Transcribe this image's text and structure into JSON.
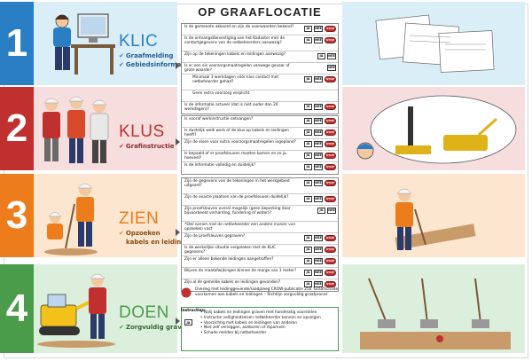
{
  "header": {
    "title": "OP GRAAFLOCATIE"
  },
  "steps": [
    {
      "num": "1",
      "title": "KLIC",
      "subs": [
        "Graafmelding",
        "Gebiedsinformatie"
      ]
    },
    {
      "num": "2",
      "title": "KLUS",
      "subs": [
        "Grafinstructie"
      ]
    },
    {
      "num": "3",
      "title": "ZIEN",
      "subs": [
        "Opzoeken",
        "kabels en leidingen"
      ]
    },
    {
      "num": "4",
      "title": "DOEN",
      "subs": [
        "Zorgvuldig graven"
      ]
    }
  ],
  "labels": {
    "yes": "JA",
    "no": "NEE",
    "stop": "STOP"
  },
  "checklist": {
    "klic": [
      "Is de gemeente akkoord en zijn de voorwaarden bekend?",
      "Is de ontvangstbevestiging van het Kadaster met de contactgegevens van de netbeheerders aanwezig?",
      "Zijn op de tekeningen kabels en leidingen aanwezig?",
      "Is er een eis voorzorgsmaatregelen vanwege gevaar of grote waarde?",
      "Minimaal 3 werkdagen vóór klus contact met netbeheerder gehad?",
      "Geen extra voorzorg verplicht",
      "Is de informatie actueel (dat is niet ouder dan 20 werkdagen)?"
    ],
    "klus": [
      "Is vooraf werkinstructie ontvangen?",
      "Is duidelijk welk werk of de klus op kabels en leidingen heeft?",
      "Zijn de eisen voor extra voorzorgsmaatregelen ingepland?",
      "Is bepaald of er proefsleuven moeten komen en zo ja, hoeveel?",
      "Is de informatie volledig en duidelijk?"
    ],
    "zien": [
      "Zijn de gegevens van de tekeningen in het werkgebied uitgezet?",
      "Zijn de exacte plaatsen van de proefsleuven duidelijk?",
      "Zijn proefsleuven overal mogelijk (geen beperking door bijvoorbeeld verharding, fundering of water)?",
      "*Stel samen met de netbeheerder een andere manier van opzoeken vast",
      "Zijn de proefsleuven gegraven?",
      "Is de werkelijke situatie vergeleken met de KLIC gegevens?",
      "Zijn er alleen bekende leidingen aangetroffen?",
      "Blijven de maatafwijkingen binnen de marge van 1 meter?",
      "Zijn al de gemelde kabels en leidingen gevonden?"
    ],
    "doen": {
      "note": "Overleg met leidinggevende/raadpleeg CROW-publicatie 250 'Graafschade voorkomen aan kabels en leidingen – Richtlijn zorgvuldig graafproces'",
      "instructions_label": "Instructies:",
      "bullets": [
        "• Nalij kabels en leidingen graven met handmatig voorstelen",
        "• Instructie veiligheidseisen netbeheerder kennen en opvolgen",
        "• Voorzichtig met kabels en leidingen van anderen",
        "• Niet zelf verleggen, aanboren of repareren",
        "• Schade melden bij netbeheerder"
      ]
    }
  },
  "colors": {
    "klic": "#2a7fc4",
    "klus": "#c0302e",
    "zien": "#ec7c1c",
    "doen": "#4a9b4a"
  }
}
